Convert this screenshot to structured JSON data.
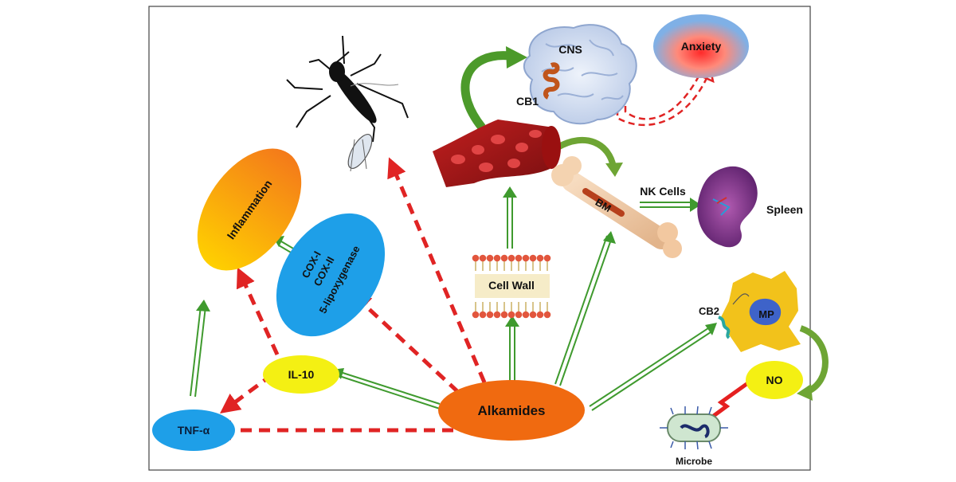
{
  "labels": {
    "alkamides": "Alkamides",
    "il10": "IL-10",
    "tnf": "TNF-α",
    "inflammation": "Inflammation",
    "cox1": "COX-I",
    "cox2": "COX-II",
    "lox": "5-lipoxygenase",
    "cell_wall": "Cell Wall",
    "bm": "BM",
    "nk_cells": "NK Cells",
    "spleen": "Spleen",
    "cns": "CNS",
    "cb1": "CB1",
    "anxiety": "Anxiety",
    "cb2": "CB2",
    "mp": "MP",
    "no": "NO",
    "microbe": "Microbe"
  },
  "colors": {
    "stimulate_arrow": "#3f9a2e",
    "inhibit_arrow": "#e02424",
    "alkamides_fill": "#f06a10",
    "yellow_node": "#f4f013",
    "blue_node": "#1e9fe8",
    "macrophage": "#f2c21b"
  },
  "icons": [
    "mosquito-icon",
    "brain-icon",
    "blood-vessel-icon",
    "bone-icon",
    "spleen-icon",
    "macrophage-icon",
    "microbe-icon",
    "cell-membrane-icon"
  ]
}
